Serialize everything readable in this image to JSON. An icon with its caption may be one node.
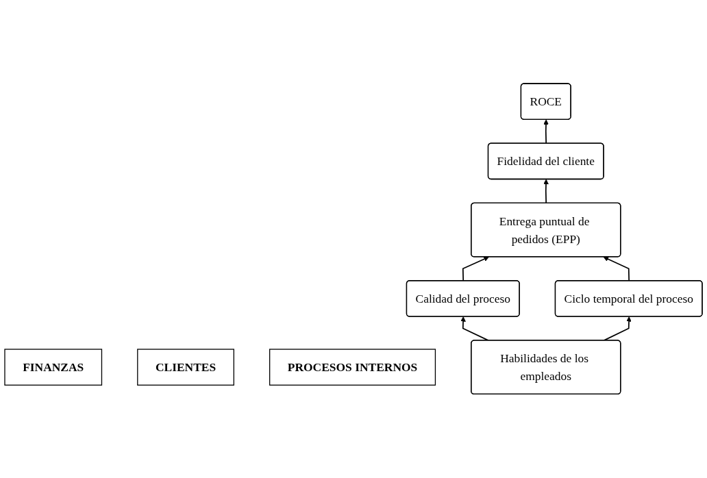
{
  "diagram": {
    "nodes": [
      {
        "text": [
          "FINANZAS"
        ]
      },
      {
        "text": [
          "ROCE"
        ]
      },
      {
        "text": [
          "Fidelidad del cliente"
        ]
      },
      {
        "text": [
          "CLIENTES"
        ]
      },
      {
        "text": [
          "Entrega puntual de pedidos (EPP)"
        ]
      },
      {
        "text": [
          "Calidad del proceso"
        ]
      },
      {
        "text": [
          "Ciclo temporal del proceso"
        ]
      },
      {
        "text": [
          "PROCESOS INTERNOS"
        ]
      },
      {
        "text": [
          "Habilidades de los empleados"
        ]
      }
    ],
    "edges": [
      {
        "from": 2,
        "to": 1,
        "arrow": "to"
      },
      {
        "from": 4,
        "to": 2,
        "arrow": "to"
      },
      {
        "from": 5,
        "to": 4,
        "arrow": "to"
      },
      {
        "from": 6,
        "to": 4,
        "arrow": "to"
      },
      {
        "from": 8,
        "to": 5,
        "arrow": "to"
      },
      {
        "from": 8,
        "to": 6,
        "arrow": "to"
      }
    ]
  }
}
